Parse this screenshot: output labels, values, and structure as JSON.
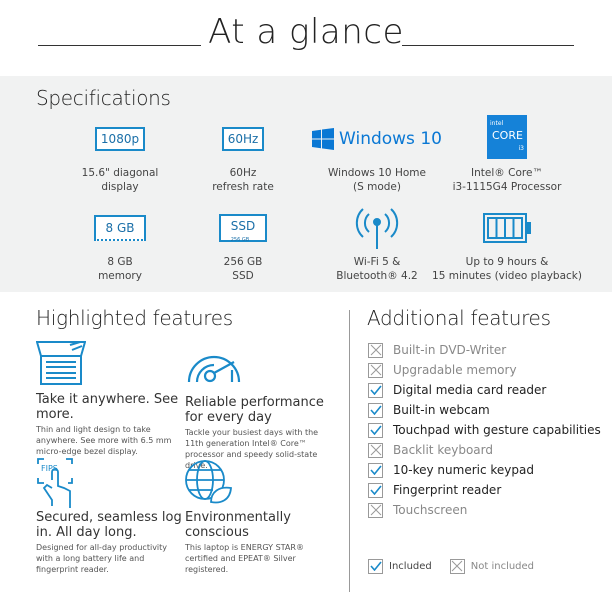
{
  "title": "At a glance",
  "specs": {
    "heading": "Specifications",
    "items": [
      {
        "icon": "1080p",
        "line1": "15.6\" diagonal",
        "line2": "display"
      },
      {
        "icon": "60Hz",
        "line1": "60Hz",
        "line2": "refresh rate"
      },
      {
        "icon": "Windows 10",
        "line1": "Windows 10 Home",
        "line2": "(S mode)"
      },
      {
        "icon": "intel core i3",
        "line1": "Intel® Core™",
        "line2": "i3-1115G4 Processor"
      },
      {
        "icon": "8 GB",
        "line1": "8 GB",
        "line2": "memory"
      },
      {
        "icon": "SSD",
        "line1": "256 GB",
        "line2": "SSD"
      },
      {
        "icon": "wifi-antenna",
        "line1": "Wi-Fi 5 &",
        "line2": "Bluetooth® 4.2"
      },
      {
        "icon": "battery",
        "line1": "Up to 9 hours &",
        "line2": "15 minutes (video playback)"
      }
    ]
  },
  "intel_badge": {
    "brand": "intel",
    "core": "CORE",
    "tier": "i3"
  },
  "ssd_sub": "256 GB",
  "highlighted": {
    "heading": "Highlighted features",
    "items": [
      {
        "title": "Take it anywhere. See more.",
        "desc": "Thin and light design to take anywhere. See more with 6.5 mm micro-edge bezel display."
      },
      {
        "title": "Reliable performance for every day",
        "desc": "Tackle your busiest days with the 11th generation Intel® Core™ processor and speedy solid-state drive."
      },
      {
        "title": "Secured, seamless log in. All day long.",
        "desc": "Designed for all-day productivity with a long battery life and fingerprint reader."
      },
      {
        "title": "Environmentally conscious",
        "desc": "This laptop is ENERGY STAR® certified and EPEAT® Silver registered."
      }
    ]
  },
  "fips": "FIPS",
  "additional": {
    "heading": "Additional features",
    "items": [
      {
        "label": "Built-in DVD-Writer",
        "included": false
      },
      {
        "label": "Upgradable memory",
        "included": false
      },
      {
        "label": "Digital media card reader",
        "included": true
      },
      {
        "label": "Built-in webcam",
        "included": true
      },
      {
        "label": "Touchpad with gesture capabilities",
        "included": true
      },
      {
        "label": "Backlit keyboard",
        "included": false
      },
      {
        "label": "10-key numeric keypad",
        "included": true
      },
      {
        "label": "Fingerprint reader",
        "included": true
      },
      {
        "label": "Touchscreen",
        "included": false
      }
    ],
    "legend_included": "Included",
    "legend_not": "Not included"
  },
  "colors": {
    "accent": "#1a8ac9",
    "band": "#f1f2f2"
  }
}
